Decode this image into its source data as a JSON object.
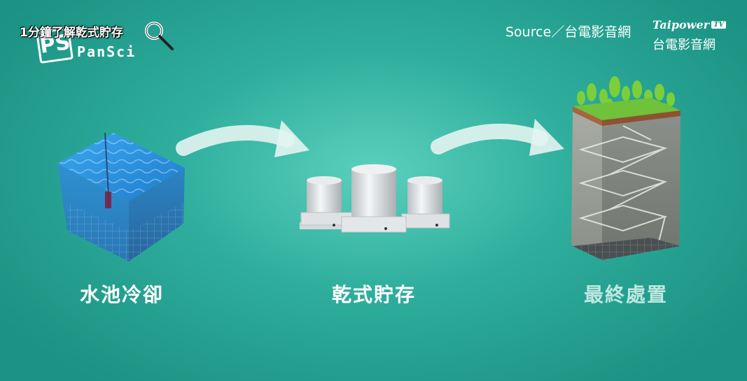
{
  "brand": {
    "headline": "1分鐘了解乾式貯存",
    "name": "PanSci",
    "icon": "magnifier-icon"
  },
  "source": {
    "label": "Source／台電影音網",
    "brand": "Taipower",
    "tv": "TV",
    "network_name": "台電影音網"
  },
  "stages": [
    {
      "label": "水池冷卻",
      "icon": "water-pool-cube-icon"
    },
    {
      "label": "乾式貯存",
      "icon": "dry-storage-casks-icon"
    },
    {
      "label": "最終處置",
      "icon": "geologic-repository-icon"
    }
  ],
  "colors": {
    "background": "#2fae9d",
    "arrow": "#e3f4f1",
    "water": "#2f8fd8",
    "label": "#ffffff",
    "label_dim": "#bfe7e0"
  }
}
